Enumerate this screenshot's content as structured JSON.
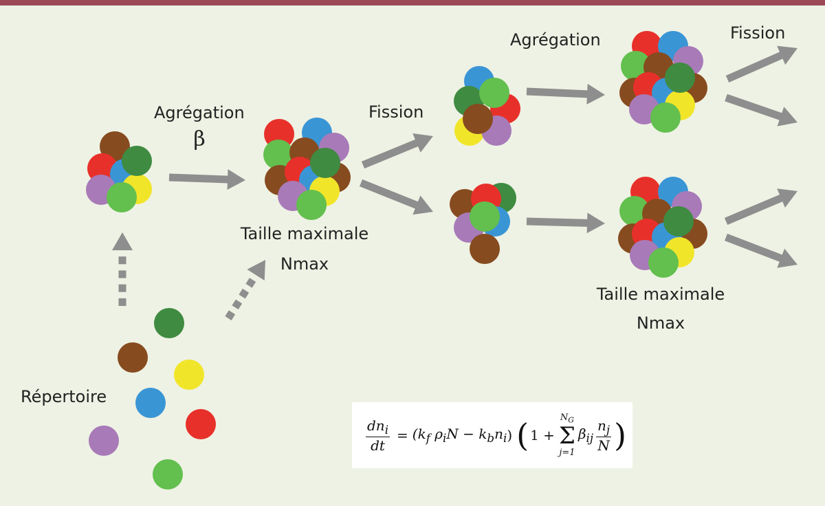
{
  "colors": {
    "background": "#eef2e4",
    "top_bar": "#9b4a55",
    "arrow": "#8e8e8e",
    "red": "#e8302a",
    "blue": "#3a95d5",
    "green_dark": "#3f8b41",
    "green_light": "#63bf4e",
    "brown": "#864b1f",
    "yellow": "#f1e52a",
    "purple": "#a87ab8"
  },
  "labels": {
    "agregation_1": "Agrégation",
    "beta": "β",
    "fission_1": "Fission",
    "agregation_2": "Agrégation",
    "fission_2": "Fission",
    "taille_max_1": "Taille maximale",
    "nmax_1": "Nmax",
    "taille_max_2": "Taille maximale",
    "nmax_2": "Nmax",
    "repertoire": "Répertoire"
  },
  "formula": {
    "dn": "dn",
    "i": "i",
    "dt": "dt",
    "eq": "=",
    "lhs_paren": "(k",
    "f": "f",
    "rho": " ρ",
    "N_minus": "N − k",
    "b": "b",
    "n_close": "n",
    "close": ")",
    "one_plus": "1 +",
    "sum_top": "N",
    "sum_top_sub": "G",
    "sigma": "Σ",
    "sum_bottom": "j=1",
    "beta_ij": "β",
    "ij": "ij",
    "nj": "n",
    "j": "j",
    "N": "N"
  }
}
